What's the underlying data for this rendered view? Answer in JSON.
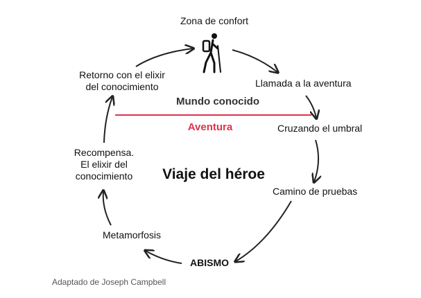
{
  "title": "Viaje del héroe",
  "stages": {
    "confort": "Zona de confort",
    "llamada": "Llamada a la aventura",
    "cruzando": "Cruzando el umbral",
    "camino": "Camino de pruebas",
    "abismo": "ABISMO",
    "metamorfosis": "Metamorfosis",
    "recompensa": [
      "Recompensa.",
      "El elixir del",
      "conocimiento"
    ],
    "retorno": [
      "Retorno con el elixir",
      "del conocimiento"
    ]
  },
  "worlds": {
    "known": "Mundo conocido",
    "adventure": "Aventura"
  },
  "credit": "Adaptado de Joseph Campbell",
  "icons": {
    "traveler": "hiker-icon"
  },
  "colors": {
    "text": "#111111",
    "arrow": "#222222",
    "divider": "#e0314b",
    "adventure": "#e0314b",
    "known": "#333333",
    "credit": "#555555"
  }
}
